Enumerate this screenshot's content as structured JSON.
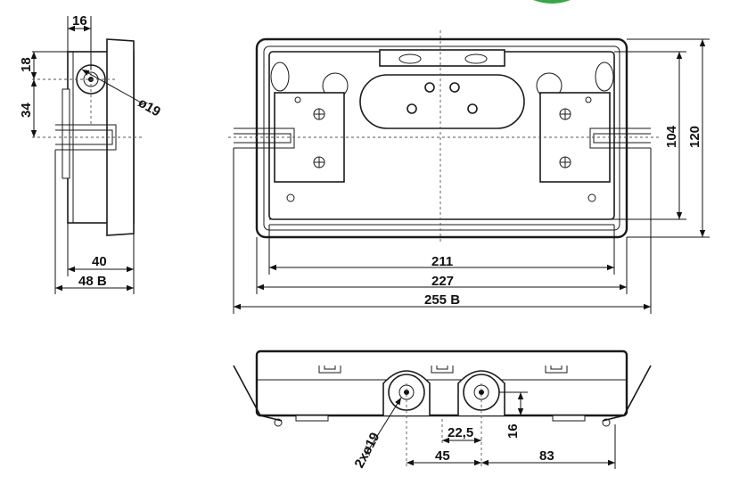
{
  "drawing": {
    "side_view": {
      "dims": {
        "d16": "16",
        "d18": "18",
        "d34": "34",
        "d19": "ø19",
        "d40": "40",
        "d48": "48 B"
      }
    },
    "front_view": {
      "dims": {
        "d211": "211",
        "d227": "227",
        "d255": "255 B",
        "d104": "104",
        "d120": "120"
      }
    },
    "bottom_view": {
      "dims": {
        "d2x19": "2xø19",
        "d225": "22,5",
        "d16b": "16",
        "d45": "45",
        "d83": "83"
      }
    }
  }
}
